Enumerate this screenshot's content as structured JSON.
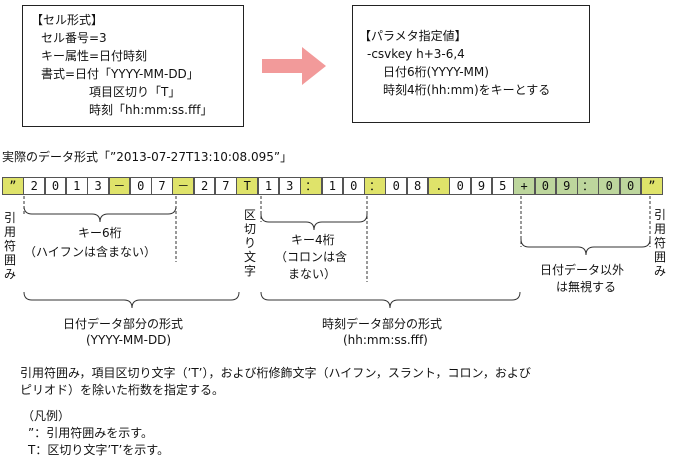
{
  "cell_format_box": {
    "title": "【セル形式】",
    "line1": "セル番号=3",
    "line2": "キー属性=日付時刻",
    "line3": "書式=日付「YYYY-MM-DD」",
    "line4": "項目区切り「T」",
    "line5": "時刻「hh:mm:ss.fff」"
  },
  "param_box": {
    "title": "【パラメタ指定値】",
    "line1": "-csvkey h+3-6,4",
    "line2": "日付6桁(YYYY-MM)",
    "line3": "時刻4桁(hh:mm)をキーとする"
  },
  "arrow_color": "#f29a9a",
  "data_format_label": "実際のデータ形式「”2013-07-27T13:10:08.095”」",
  "cells": [
    {
      "ch": "”",
      "kind": "hl"
    },
    {
      "ch": "2",
      "kind": "plain"
    },
    {
      "ch": "0",
      "kind": "plain"
    },
    {
      "ch": "1",
      "kind": "plain"
    },
    {
      "ch": "3",
      "kind": "plain"
    },
    {
      "ch": "－",
      "kind": "hl"
    },
    {
      "ch": "0",
      "kind": "plain"
    },
    {
      "ch": "7",
      "kind": "plain"
    },
    {
      "ch": "－",
      "kind": "hl"
    },
    {
      "ch": "2",
      "kind": "plain"
    },
    {
      "ch": "7",
      "kind": "plain"
    },
    {
      "ch": "T",
      "kind": "hl"
    },
    {
      "ch": "1",
      "kind": "plain"
    },
    {
      "ch": "3",
      "kind": "plain"
    },
    {
      "ch": "：",
      "kind": "hl"
    },
    {
      "ch": "1",
      "kind": "plain"
    },
    {
      "ch": "0",
      "kind": "plain"
    },
    {
      "ch": "：",
      "kind": "hl"
    },
    {
      "ch": "0",
      "kind": "plain"
    },
    {
      "ch": "8",
      "kind": "plain"
    },
    {
      "ch": ".",
      "kind": "hl"
    },
    {
      "ch": "0",
      "kind": "plain"
    },
    {
      "ch": "9",
      "kind": "plain"
    },
    {
      "ch": "5",
      "kind": "plain"
    },
    {
      "ch": "+",
      "kind": "tz"
    },
    {
      "ch": "0",
      "kind": "tz"
    },
    {
      "ch": "9",
      "kind": "tz"
    },
    {
      "ch": "：",
      "kind": "tz"
    },
    {
      "ch": "0",
      "kind": "tz"
    },
    {
      "ch": "0",
      "kind": "tz"
    },
    {
      "ch": "”",
      "kind": "hl"
    }
  ],
  "colors": {
    "highlight": "#dfe36a",
    "timezone": "#bdd69d"
  },
  "labels": {
    "quote_left": "引用符囲み",
    "quote_right": "引用符囲み",
    "separator": "区切り文字",
    "key6": "キー6桁",
    "key6_note": "（ハイフンは含まない）",
    "key4": "キー4桁",
    "key4_note1": "（コロンは含",
    "key4_note2": "まない）",
    "ignore1": "日付データ以外",
    "ignore2": "は無視する",
    "date_part": "日付データ部分の形式",
    "date_fmt": "(YYYY-MM-DD)",
    "time_part": "時刻データ部分の形式",
    "time_fmt": "(hh:mm:ss.fff)"
  },
  "note": {
    "line1": "引用符囲み，項目区切り文字（’T’），および桁修飾文字（ハイフン，スラント，コロン，および",
    "line2": "ピリオド）を除いた桁数を指定する。"
  },
  "legend": {
    "title": "（凡例）",
    "item1": "”：引用符囲みを示す。",
    "item2": "T：区切り文字’T’を示す。"
  }
}
